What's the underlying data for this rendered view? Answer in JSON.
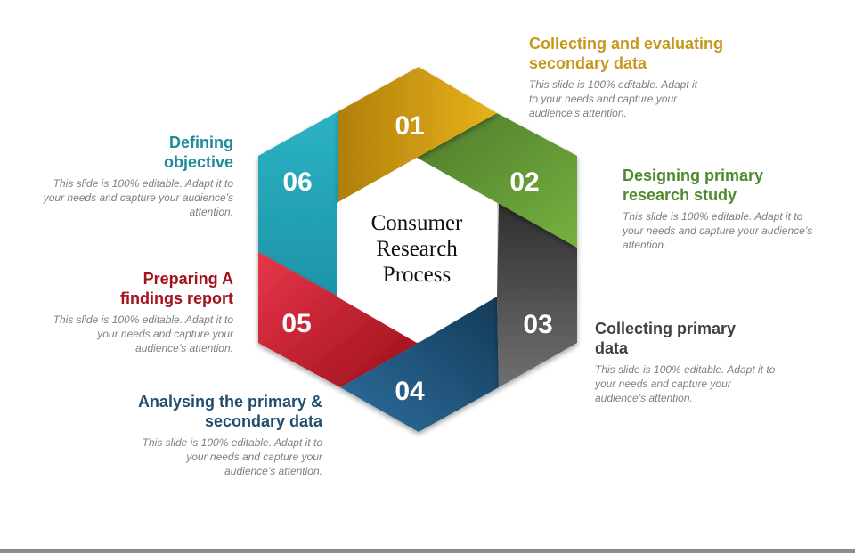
{
  "center_label": [
    "Consumer",
    "Research",
    "Process"
  ],
  "steps": [
    {
      "number": "01",
      "title_lines": [
        "Collecting and evaluating",
        "secondary data"
      ],
      "desc_lines": [
        "This slide is 100% editable. Adapt it",
        "to your needs and capture your",
        "audience’s attention."
      ],
      "color": "#d4a21a"
    },
    {
      "number": "02",
      "title_lines": [
        "Designing primary",
        "research study"
      ],
      "desc_lines": [
        "This slide is 100% editable. Adapt it to",
        "your needs and capture your audience’s",
        "attention."
      ],
      "color": "#5e8f35"
    },
    {
      "number": "03",
      "title_lines": [
        "Collecting primary",
        "data"
      ],
      "desc_lines": [
        "This slide is 100% editable. Adapt it to",
        "your needs and capture your",
        "audience’s attention."
      ],
      "color": "#3f3f3f"
    },
    {
      "number": "04",
      "title_lines": [
        "Analysing the primary &",
        "secondary data"
      ],
      "desc_lines": [
        "This slide is 100% editable. Adapt it to",
        "your needs and capture your",
        "audience’s attention."
      ],
      "color": "#1f4e6f"
    },
    {
      "number": "05",
      "title_lines": [
        "Preparing A",
        "findings report"
      ],
      "desc_lines": [
        "This slide is 100% editable. Adapt it to",
        "your needs and capture your",
        "audience’s attention."
      ],
      "color": "#a3131c"
    },
    {
      "number": "06",
      "title_lines": [
        "Defining",
        "objective"
      ],
      "desc_lines": [
        "This slide is 100% editable. Adapt it to",
        "your needs and capture your audience’s",
        "attention."
      ],
      "color": "#1e8a9c"
    }
  ]
}
